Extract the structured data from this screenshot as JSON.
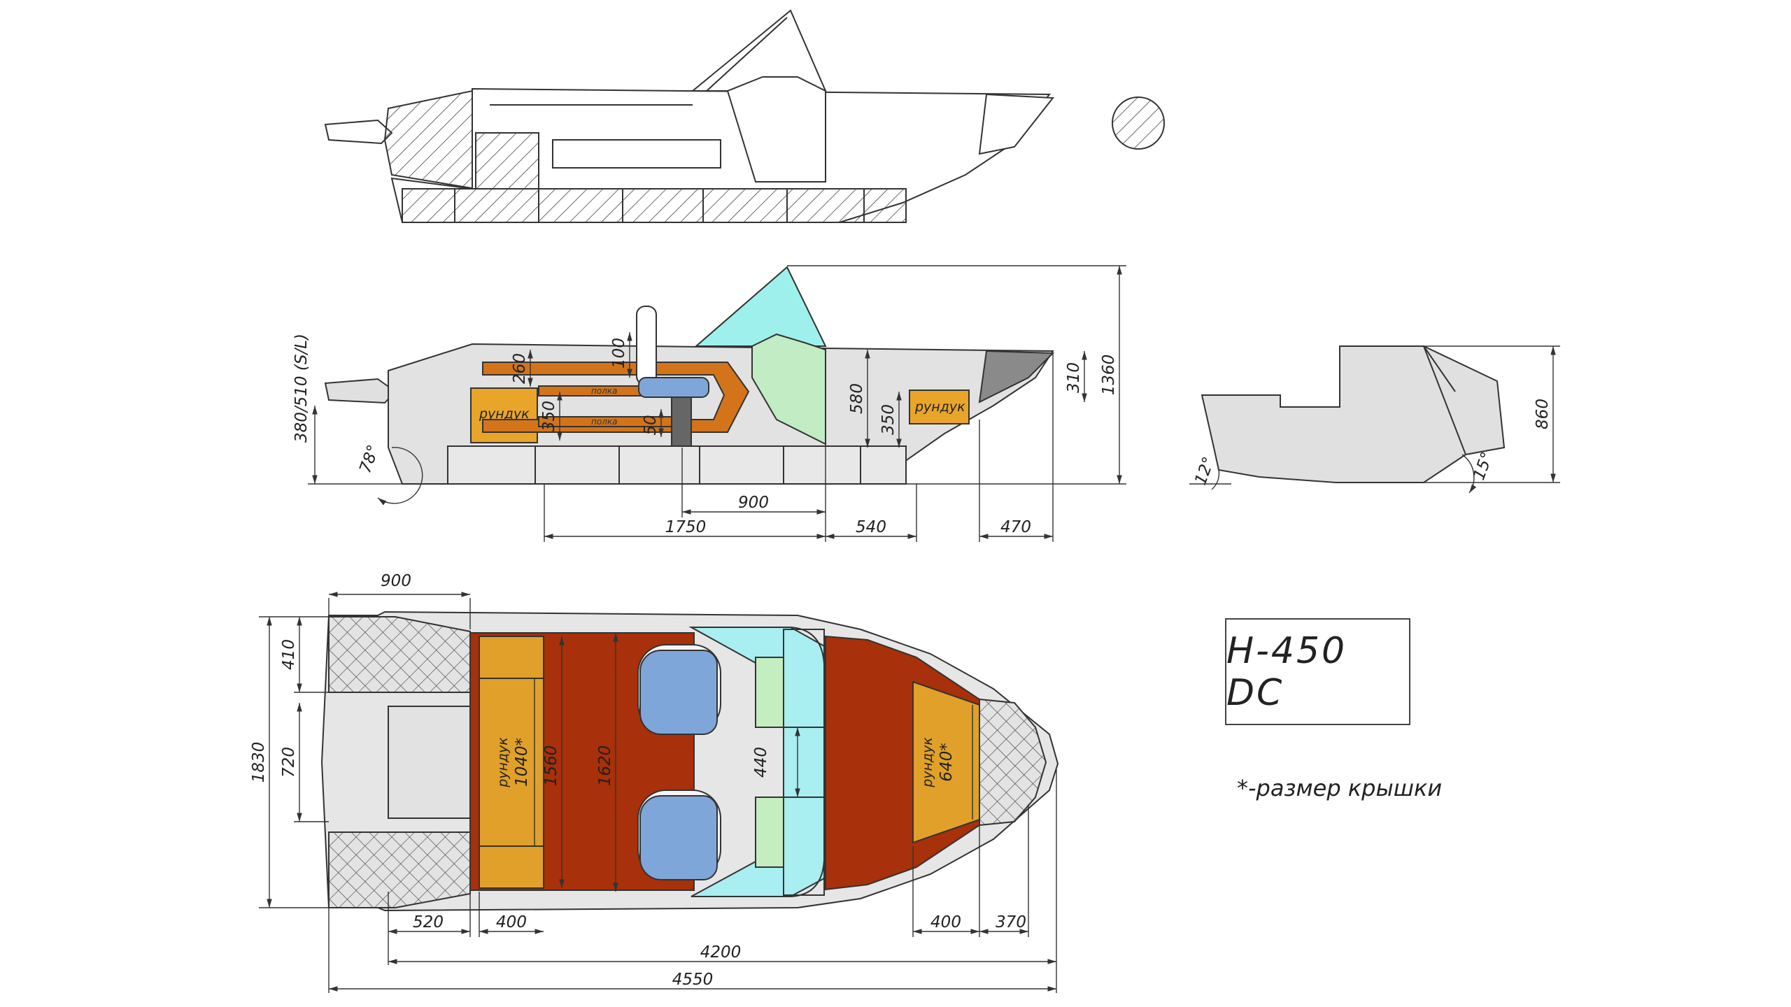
{
  "model": "H-450 DC",
  "footnote": "*-размер крышки",
  "side_view": {
    "dims": {
      "d900": "900",
      "d1750": "1750",
      "d540": "540",
      "d470": "470",
      "d1360": "1360",
      "d310": "310",
      "d580": "580",
      "d350a": "350",
      "d350b": "350",
      "d260": "260",
      "d100": "100",
      "d50": "50",
      "transom": "380/510 (S/L)",
      "angle": "78°"
    },
    "labels": {
      "locker_left": "рундук",
      "locker_right": "рундук",
      "shelf": "полка"
    }
  },
  "section_view": {
    "dims": {
      "height": "860",
      "deadrise_angle": "15°",
      "transom_angle": "12°"
    }
  },
  "top_view": {
    "dims": {
      "d900": "900",
      "d410": "410",
      "d720": "720",
      "d1830": "1830",
      "d1560": "1560",
      "d1620": "1620",
      "d440": "440",
      "d520": "520",
      "d400a": "400",
      "d400b": "400",
      "d370": "370",
      "d4200": "4200",
      "d4550": "4550"
    },
    "lockers": [
      {
        "name": "рундук",
        "size": "1040*"
      },
      {
        "name": "рундук",
        "size": "640*"
      }
    ]
  }
}
